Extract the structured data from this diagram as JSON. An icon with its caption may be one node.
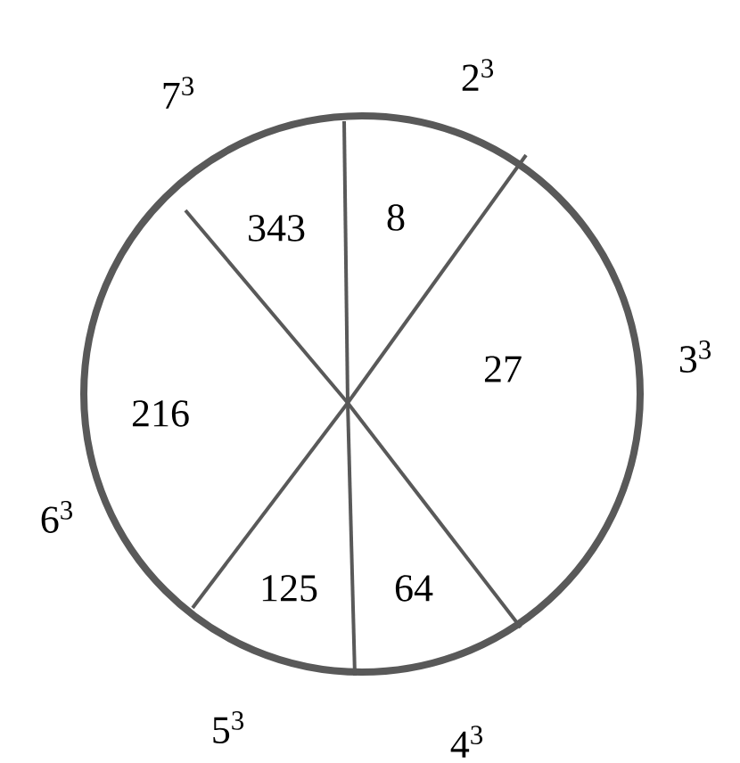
{
  "diagram": {
    "labels": [
      "7$^{3}$",
      "2$^{3}$",
      "343",
      "8",
      "3$^{3}$",
      "216",
      "27",
      "6$^{3}$",
      "125",
      "64",
      "5$^{3}$",
      "4$^{3}$"
    ]
  }
}
